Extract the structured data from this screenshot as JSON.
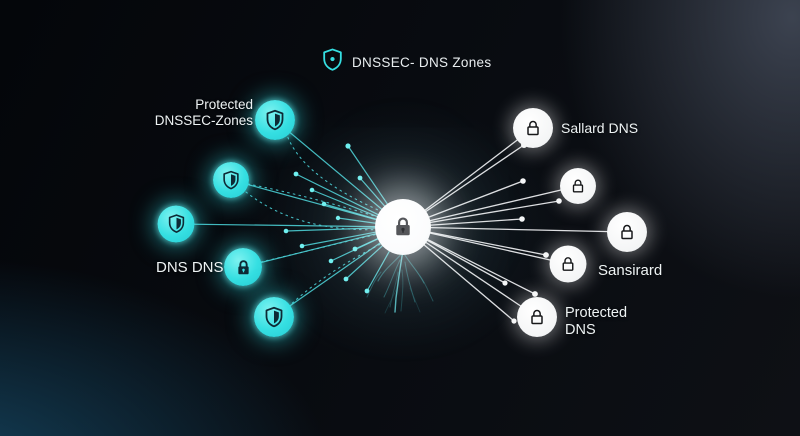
{
  "title": {
    "icon": "shield-check-icon",
    "text": "DNSSEC- DNS Zones"
  },
  "diagram": {
    "center_node": {
      "icon": "lock-icon",
      "type": "dnssec-signed-hub"
    },
    "left_nodes": [
      {
        "icon": "shield-icon",
        "label": "Protected DNSSEC-Zones",
        "label_lines": [
          "Protected",
          "DNSSEC-Zones"
        ]
      },
      {
        "icon": "shield-icon",
        "label": ""
      },
      {
        "icon": "shield-icon",
        "label": ""
      },
      {
        "icon": "lock-icon",
        "label": "DNS DNS"
      },
      {
        "icon": "shield-icon",
        "label": ""
      }
    ],
    "right_nodes": [
      {
        "icon": "lock-icon",
        "label": "Sallard DNS"
      },
      {
        "icon": "lock-icon",
        "label": ""
      },
      {
        "icon": "lock-icon",
        "label": ""
      },
      {
        "icon": "lock-icon",
        "label": "Sansirard"
      },
      {
        "icon": "lock-icon",
        "label": "Protected DNS",
        "label_lines": [
          "Protected",
          "DNS"
        ]
      }
    ],
    "colors": {
      "protected_node": "#35dfe2",
      "unsigned_node": "#ffffff",
      "left_link": "#4fd9de",
      "right_link": "#e9eaec"
    }
  }
}
